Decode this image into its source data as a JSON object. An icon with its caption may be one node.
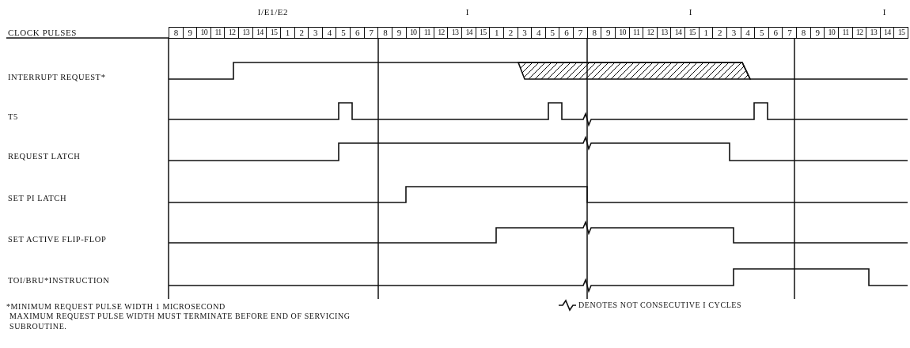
{
  "diagram": {
    "labels": [
      "I/E1/E2",
      "I",
      "I",
      "I",
      "CLOCK PULSES",
      "8",
      "9",
      "10",
      "11",
      "12",
      "13",
      "14",
      "15",
      "1",
      "2",
      "3",
      "4",
      "5",
      "6",
      "7",
      "8",
      "9",
      "10",
      "11",
      "12",
      "13",
      "14",
      "15",
      "1",
      "2",
      "3",
      "4",
      "5",
      "6",
      "7",
      "8",
      "9",
      "10",
      "11",
      "12",
      "13",
      "14",
      "15",
      "1",
      "2",
      "3",
      "4",
      "5",
      "6",
      "7",
      "8",
      "9",
      "10",
      "11",
      "12",
      "13",
      "14",
      "15",
      "INTERRUPT REQUEST*",
      "T5",
      "REQUEST LATCH",
      "SET PI LATCH",
      "SET ACTIVE FLIP-FLOP",
      "TOI/BRU*INSTRUCTION",
      "*MINIMUM REQUEST PULSE WIDTH 1 MICROSECOND",
      "MAXIMUM REQUEST PULSE WIDTH MUST TERMINATE BEFORE END OF SERVICING SUBROUTINE."
    ],
    "legend": [
      {
        "text": "DENOTES NOT CONSECUTIVE I CYCLES"
      }
    ]
  }
}
